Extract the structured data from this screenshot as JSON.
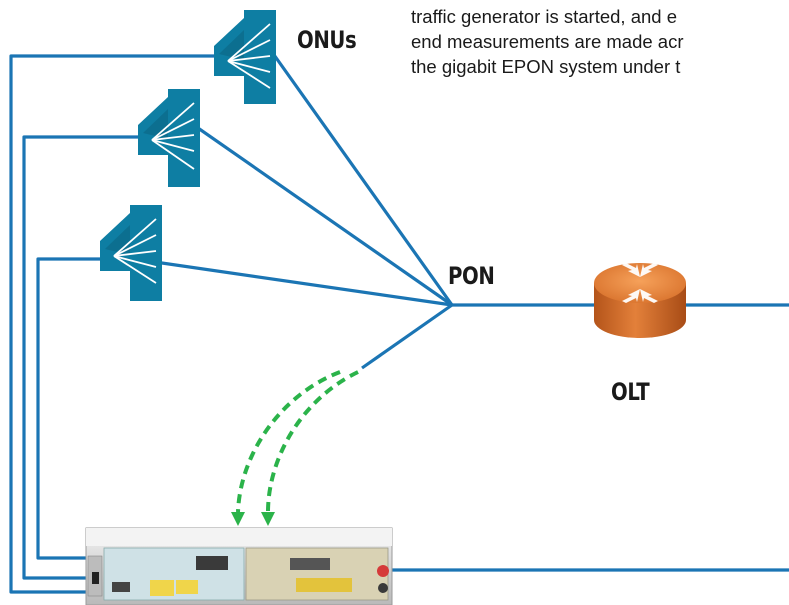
{
  "text_block": {
    "lines": [
      "traffic generator is started, and e",
      "end measurements are made acr",
      "the gigabit EPON system under t"
    ]
  },
  "labels": {
    "onus": "ONUs",
    "pon": "PON",
    "olt": "OLT"
  },
  "colors": {
    "link_line": "#1b75b4",
    "splitter": "#0e7ea3",
    "splitter_dark": "#0a5f7e",
    "olt_body": "#d16a28",
    "olt_top": "#f08a3c",
    "dashed_arrow": "#2bb34a",
    "chassis": "#d6d6d6"
  },
  "icons": {
    "onu_splitter": "onu-splitter-icon",
    "olt_router": "router-icon",
    "test_chassis": "traffic-generator-chassis-icon"
  }
}
